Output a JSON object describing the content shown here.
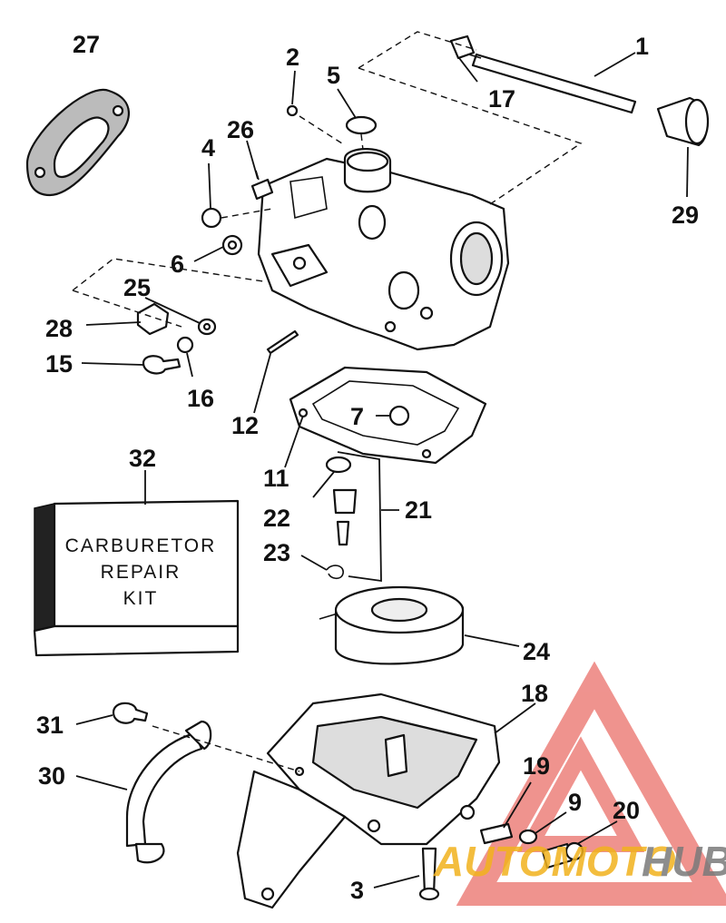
{
  "kit_label": {
    "line1": "CARBURETOR",
    "line2": "REPAIR",
    "line3": "KIT"
  },
  "watermark": {
    "text_a": "AUTOMOTO",
    "text_b": "HUB",
    "color_a": "#f2b21d",
    "color_b": "#7a7a7a",
    "triangle_color": "#e23b33"
  },
  "callouts": [
    "1",
    "2",
    "3",
    "4",
    "5",
    "6",
    "7",
    "9",
    "11",
    "12",
    "15",
    "16",
    "17",
    "18",
    "19",
    "20",
    "21",
    "22",
    "23",
    "24",
    "25",
    "26",
    "27",
    "28",
    "29",
    "30",
    "31",
    "32"
  ]
}
